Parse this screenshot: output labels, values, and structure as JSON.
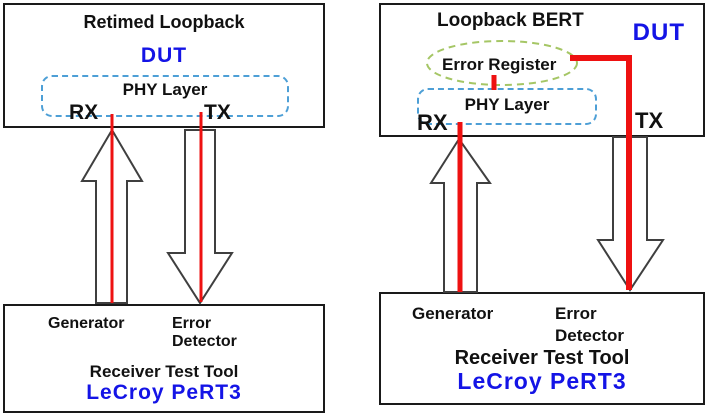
{
  "colors": {
    "signal_red": "#ee1111",
    "brand_blue": "#1414e6",
    "phy_dash_blue": "#4d9fd6",
    "register_dash_green": "#a5c665",
    "arrow_outline_gray": "#3f3f3f",
    "box_border_black": "#1a1a1a"
  },
  "left_diagram": {
    "dut_box": {
      "title": "Retimed Loopback",
      "device_label": "DUT",
      "phy_label": "PHY Layer",
      "rx_label": "RX",
      "tx_label": "TX"
    },
    "tester_box": {
      "generator_label": "Generator",
      "error_detector_line1": "Error",
      "error_detector_line2": "Detector",
      "tool_label": "Receiver Test Tool",
      "brand_label": "LeCroy PeRT3"
    }
  },
  "right_diagram": {
    "dut_box": {
      "title": "Loopback BERT",
      "device_label": "DUT",
      "error_register_label": "Error Register",
      "phy_label": "PHY Layer",
      "rx_label": "RX",
      "tx_label": "TX"
    },
    "tester_box": {
      "generator_label": "Generator",
      "error_detector_line1": "Error",
      "error_detector_line2": "Detector",
      "tool_label": "Receiver Test Tool",
      "brand_label": "LeCroy PeRT3"
    }
  }
}
